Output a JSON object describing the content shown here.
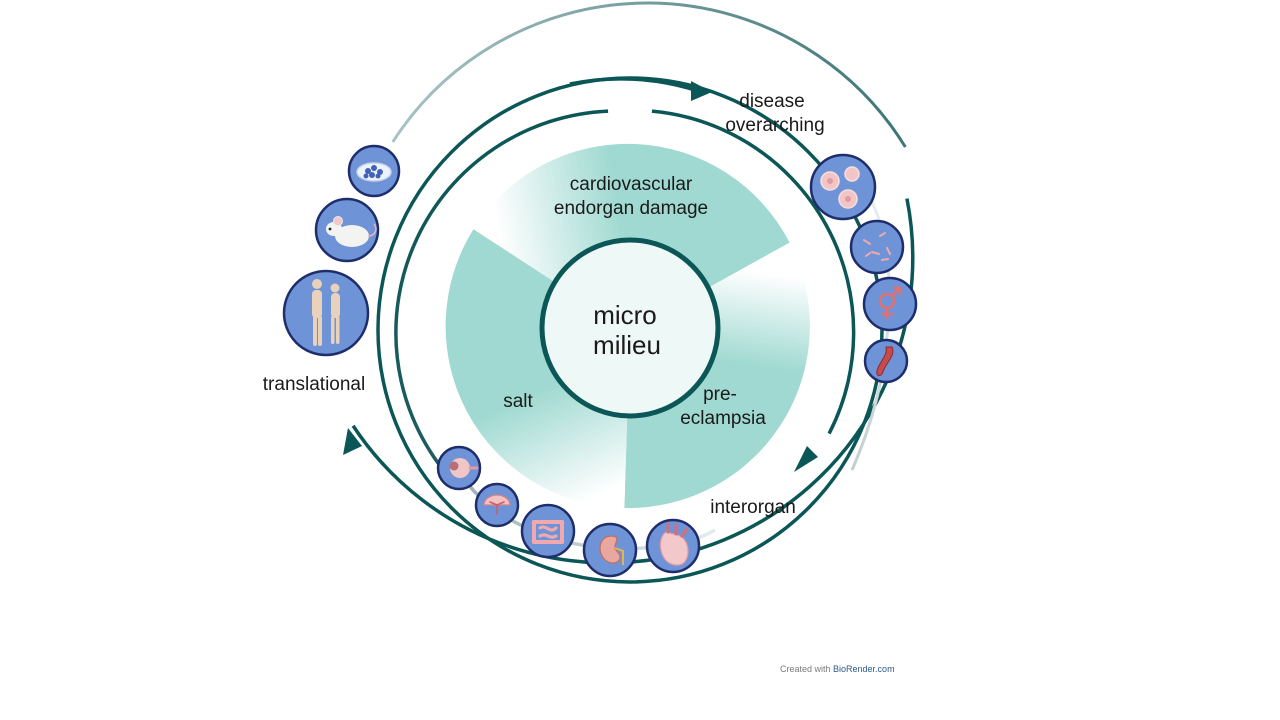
{
  "center": {
    "line1": "micro",
    "line2": "milieu"
  },
  "sectors": {
    "cardio": {
      "line1": "cardiovascular",
      "line2": "endorgan damage"
    },
    "salt": {
      "text": "salt"
    },
    "preeclampsia": {
      "line1": "pre-",
      "line2": "eclampsia"
    }
  },
  "outer_labels": {
    "disease": {
      "line1": "disease",
      "line2": "overarching"
    },
    "translational": "translational",
    "interorgan": "interorgan"
  },
  "credit": {
    "prefix": "Created with ",
    "brand": "BioRender.com"
  },
  "icons": {
    "translational": [
      "cell-culture-icon",
      "mouse-icon",
      "human-figures-icon"
    ],
    "disease": [
      "cells-icon",
      "bacteria-icon",
      "sex-symbol-icon",
      "blood-vessel-icon"
    ],
    "interorgan": [
      "eye-icon",
      "placenta-icon",
      "intestine-icon",
      "kidney-icon",
      "heart-icon"
    ]
  },
  "colors": {
    "ring": "#0b5656",
    "sector": "#9fd9d1",
    "center_fill": "#eef8f6",
    "icon_fill": "#6f93d7",
    "icon_stroke": "#1e2d6b"
  }
}
